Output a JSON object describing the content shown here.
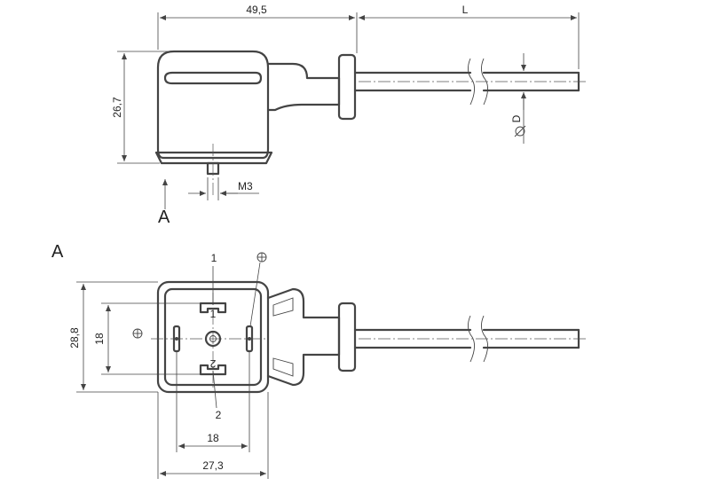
{
  "drawing": {
    "dimensions": {
      "width_top": "49,5",
      "cable_length": "L",
      "height": "26,7",
      "diameter": "D",
      "screw": "M3",
      "front_height": "28,8",
      "inner_height": "18",
      "inner_width": "18",
      "front_width": "27,3"
    },
    "labels": {
      "view_arrow": "A",
      "view_title": "A",
      "pin_1": "1",
      "pin_2": "2",
      "pin_1_inner": "1",
      "pin_2_inner": "2"
    },
    "symbols": {
      "ground_right": "ground-symbol",
      "ground_left": "ground-symbol",
      "diameter": "diameter-symbol"
    }
  }
}
